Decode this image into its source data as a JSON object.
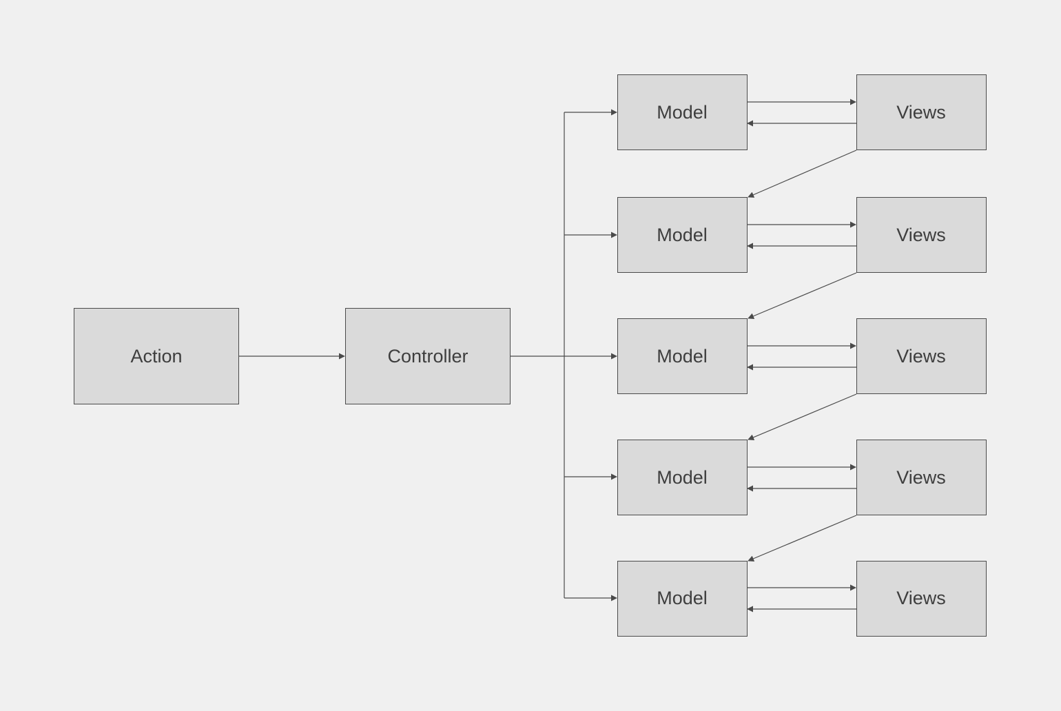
{
  "diagram": {
    "nodes": [
      {
        "id": "action",
        "label": "Action"
      },
      {
        "id": "controller",
        "label": "Controller"
      },
      {
        "id": "model-1",
        "label": "Model"
      },
      {
        "id": "model-2",
        "label": "Model"
      },
      {
        "id": "model-3",
        "label": "Model"
      },
      {
        "id": "model-4",
        "label": "Model"
      },
      {
        "id": "model-5",
        "label": "Model"
      },
      {
        "id": "views-1",
        "label": "Views"
      },
      {
        "id": "views-2",
        "label": "Views"
      },
      {
        "id": "views-3",
        "label": "Views"
      },
      {
        "id": "views-4",
        "label": "Views"
      },
      {
        "id": "views-5",
        "label": "Views"
      }
    ],
    "edges": [
      {
        "from": "action",
        "to": "controller"
      },
      {
        "from": "controller",
        "to": "model-1"
      },
      {
        "from": "controller",
        "to": "model-2"
      },
      {
        "from": "controller",
        "to": "model-3"
      },
      {
        "from": "controller",
        "to": "model-4"
      },
      {
        "from": "controller",
        "to": "model-5"
      },
      {
        "from": "model-1",
        "to": "views-1"
      },
      {
        "from": "views-1",
        "to": "model-1"
      },
      {
        "from": "model-2",
        "to": "views-2"
      },
      {
        "from": "views-2",
        "to": "model-2"
      },
      {
        "from": "model-3",
        "to": "views-3"
      },
      {
        "from": "views-3",
        "to": "model-3"
      },
      {
        "from": "model-4",
        "to": "views-4"
      },
      {
        "from": "views-4",
        "to": "model-4"
      },
      {
        "from": "model-5",
        "to": "views-5"
      },
      {
        "from": "views-5",
        "to": "model-5"
      },
      {
        "from": "views-1",
        "to": "model-2"
      },
      {
        "from": "views-2",
        "to": "model-3"
      },
      {
        "from": "views-3",
        "to": "model-4"
      },
      {
        "from": "views-4",
        "to": "model-5"
      }
    ],
    "colors": {
      "background": "#f0f0f0",
      "box_fill": "#dadada",
      "stroke": "#4a4a4a",
      "text": "#3e3e3e"
    }
  }
}
